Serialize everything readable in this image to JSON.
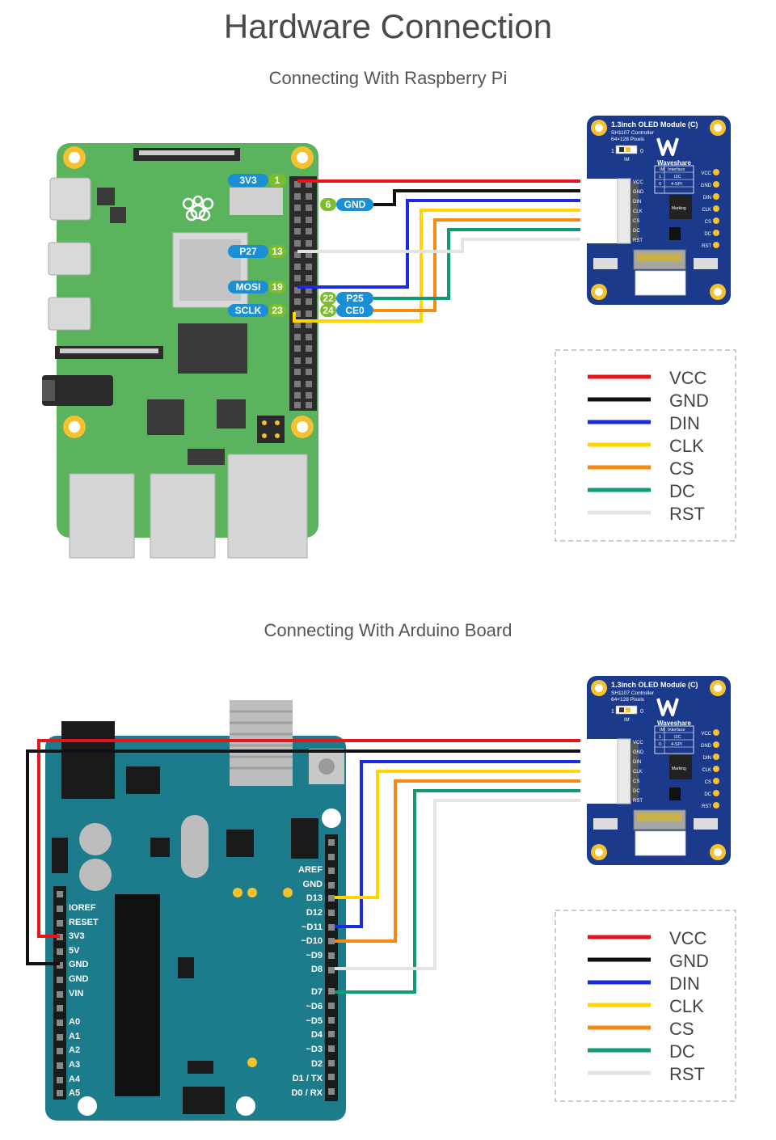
{
  "title": "Hardware Connection",
  "sections": {
    "rpi": {
      "subtitle": "Connecting With Raspberry Pi",
      "pins": {
        "p1": {
          "name": "3V3",
          "num": "1"
        },
        "p6": {
          "name": "GND",
          "num": "6"
        },
        "p13": {
          "name": "P27",
          "num": "13"
        },
        "p19": {
          "name": "MOSI",
          "num": "19"
        },
        "p22": {
          "name": "P25",
          "num": "22"
        },
        "p23": {
          "name": "SCLK",
          "num": "23"
        },
        "p24": {
          "name": "CE0",
          "num": "24"
        }
      }
    },
    "arduino": {
      "subtitle": "Connecting With Arduino Board",
      "left_pins": [
        "IOREF",
        "RESET",
        "3V3",
        "5V",
        "GND",
        "GND",
        "VIN",
        "",
        "A0",
        "A1",
        "A2",
        "A3",
        "A4",
        "A5"
      ],
      "right_pins": [
        "AREF",
        "GND",
        "D13",
        "D12",
        "~D11",
        "~D10",
        "~D9",
        "D8",
        "",
        "D7",
        "~D6",
        "~D5",
        "D4",
        "~D3",
        "D2",
        "D1 / TX",
        "D0 / RX"
      ]
    }
  },
  "module": {
    "title": "1.3inch OLED Module (C)",
    "line2": "SH1107 Controller",
    "line3": "64×128 Pixels",
    "brand": "Waveshare",
    "table_headers": [
      "IM",
      "Interface"
    ],
    "table_rows": [
      [
        "1",
        "I2C"
      ],
      [
        "0",
        "4-SPI"
      ]
    ],
    "right_labels": [
      "VCC",
      "GND",
      "DIN",
      "CLK",
      "CS",
      "DC",
      "RST"
    ],
    "connector_labels": [
      "VCC",
      "GND",
      "DIN",
      "CLK",
      "CS",
      "DC",
      "RST"
    ],
    "chip_label": "Marking",
    "im_label": "IM",
    "jumper_1": "1",
    "jumper_0": "0"
  },
  "legend": [
    {
      "label": "VCC",
      "color": "#e8141b"
    },
    {
      "label": "GND",
      "color": "#111111"
    },
    {
      "label": "DIN",
      "color": "#1b2be0"
    },
    {
      "label": "CLK",
      "color": "#ffd400"
    },
    {
      "label": "CS",
      "color": "#f48a12"
    },
    {
      "label": "DC",
      "color": "#0e9b76"
    },
    {
      "label": "RST",
      "color": "#e4e4e4"
    }
  ],
  "colors": {
    "rpi_board": "#5cb35d",
    "arduino_board": "#1d7c8c",
    "module_board": "#1b3a8c",
    "pin_blue": "#1a8fd6",
    "pin_green": "#7bbd2a"
  }
}
